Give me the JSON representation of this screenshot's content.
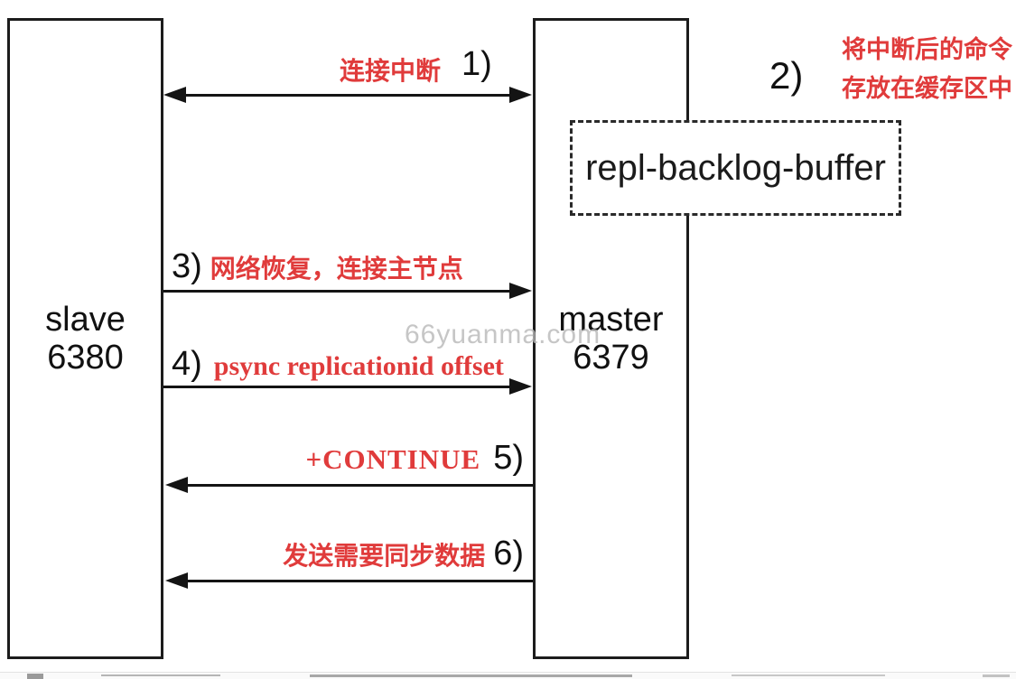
{
  "nodes": {
    "slave": {
      "name": "slave",
      "port": "6380"
    },
    "master": {
      "name": "master",
      "port": "6379"
    },
    "buffer": {
      "label": "repl-backlog-buffer"
    }
  },
  "steps": {
    "s1": {
      "num": "1)",
      "label": "连接中断"
    },
    "s2": {
      "num": "2)",
      "label_line1": "将中断后的命令",
      "label_line2": "存放在缓存区中"
    },
    "s3": {
      "num": "3)",
      "label": "网络恢复，连接主节点"
    },
    "s4": {
      "num": "4)",
      "label": "psync replicationid offset"
    },
    "s5": {
      "num": "5)",
      "label": "+CONTINUE"
    },
    "s6": {
      "num": "6)",
      "label": "发送需要同步数据"
    }
  },
  "watermark": "66yuanma.com",
  "colors": {
    "accent_red": "#e03b3b",
    "line_black": "#141414",
    "watermark_gray": "#bababa"
  }
}
